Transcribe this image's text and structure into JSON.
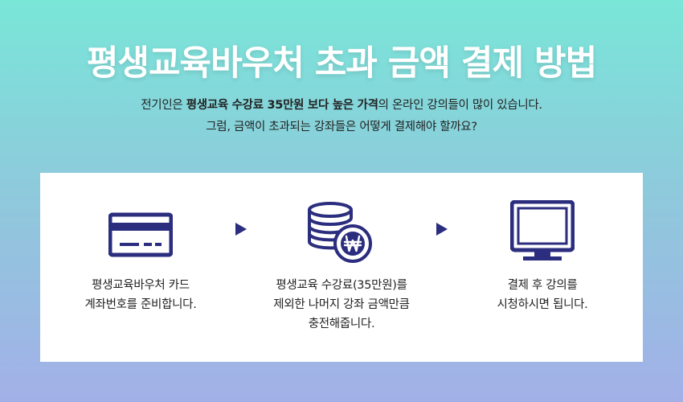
{
  "title": "평생교육바우처 초과 금액 결제 방법",
  "subtitle": {
    "line1_prefix": "전기인은 ",
    "line1_bold": "평생교육 수강료 35만원 보다 높은 가격",
    "line1_suffix": "의 온라인 강의들이 많이 있습니다.",
    "line2": "그럼, 금액이 초과되는 강좌들은 어떻게 결제해야 할까요?"
  },
  "colors": {
    "navy": "#2b2d7e",
    "gradient_top": "#79e6d8",
    "gradient_bottom": "#a3b0e8"
  },
  "steps": [
    {
      "icon": "credit-card-icon",
      "lines": [
        "평생교육바우처 카드",
        "계좌번호를 준비합니다."
      ]
    },
    {
      "icon": "won-coins-icon",
      "lines": [
        "평생교육 수강료(35만원)를",
        "제외한 나머지 강좌 금액만큼",
        "충전해줍니다."
      ]
    },
    {
      "icon": "monitor-icon",
      "lines": [
        "결제 후 강의를",
        "시청하시면 됩니다."
      ]
    }
  ]
}
